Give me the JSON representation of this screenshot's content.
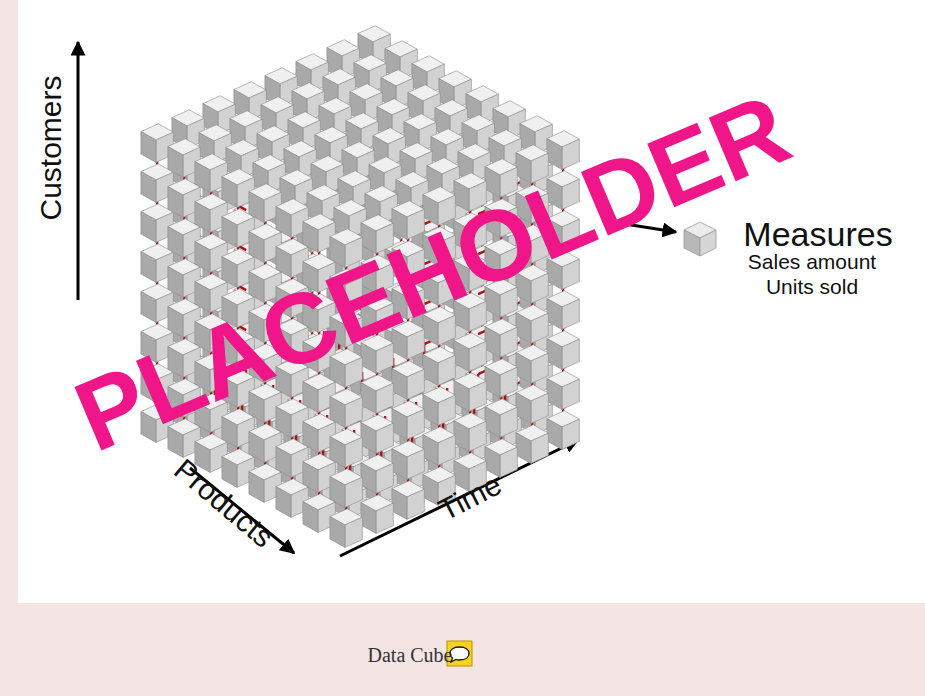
{
  "diagram": {
    "caption": "Data Cube",
    "labels": [
      "Customers",
      "Products",
      "Time",
      "Measures",
      "Sales amount",
      "Units sold",
      "PLACEHOLDER"
    ]
  }
}
